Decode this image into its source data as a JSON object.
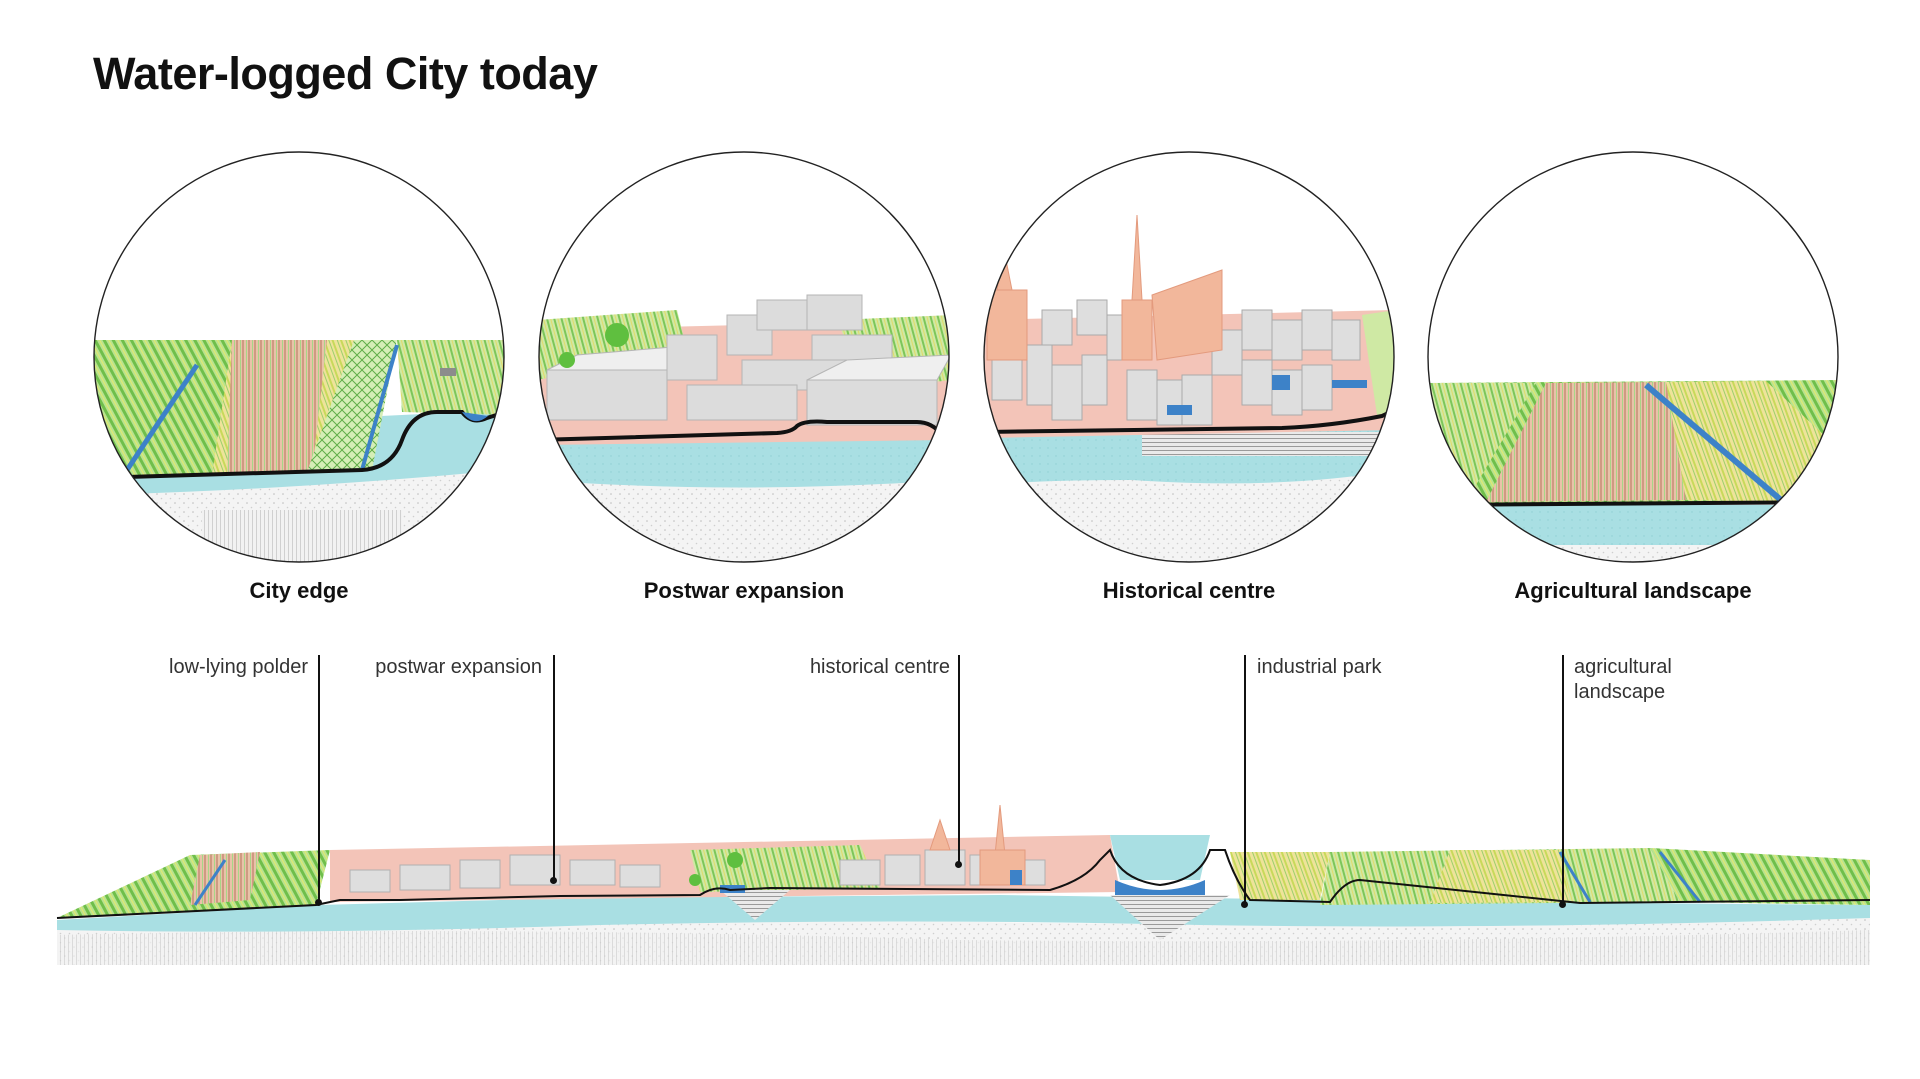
{
  "title": "Water-logged City today",
  "circles": [
    {
      "caption": "City edge"
    },
    {
      "caption": "Postwar expansion"
    },
    {
      "caption": "Historical centre"
    },
    {
      "caption": "Agricultural landscape"
    }
  ],
  "callouts": [
    {
      "label": "low-lying polder"
    },
    {
      "label": "postwar expansion"
    },
    {
      "label": "historical centre"
    },
    {
      "label": "industrial park"
    },
    {
      "label": "agricultural",
      "label2": "landscape"
    }
  ],
  "colors": {
    "water": "#a9dfe3",
    "canal": "#3d82c8",
    "field_green": "#8fcf6a",
    "field_yellow": "#dfe07a",
    "field_brown": "#d9a88a",
    "pavement": "#f3c4b8",
    "building": "#d7d7d7",
    "church": "#f2b79b",
    "ground_line": "#111111"
  }
}
